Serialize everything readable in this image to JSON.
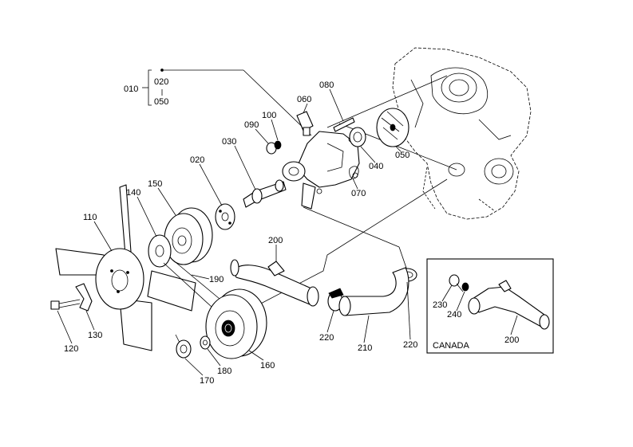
{
  "group": {
    "main": "010",
    "sub_top": "020",
    "sub_bottom": "050"
  },
  "parts": {
    "p020": "020",
    "p030": "030",
    "p040": "040",
    "p050": "050",
    "p060": "060",
    "p070": "070",
    "p080": "080",
    "p090": "090",
    "p100": "100",
    "p110": "110",
    "p120": "120",
    "p130": "130",
    "p140": "140",
    "p150": "150",
    "p160": "160",
    "p170": "170",
    "p180": "180",
    "p190": "190",
    "p200": "200",
    "p210": "210",
    "p220a": "220",
    "p220b": "220"
  },
  "inset": {
    "caption": "CANADA",
    "p230": "230",
    "p240": "240",
    "p200": "200"
  }
}
